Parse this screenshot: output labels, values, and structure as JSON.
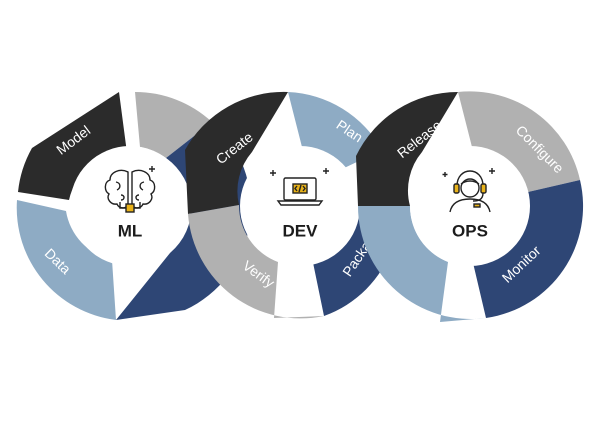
{
  "colors": {
    "black": "#2b2b2b",
    "gray": "#b1b1b1",
    "light_blue": "#8eabc4",
    "navy": "#2e4675",
    "hub_fill": "#ffffff",
    "icon_accent": "#e8b21a",
    "icon_stroke": "#222222"
  },
  "cycles": [
    {
      "hub_label": "ML",
      "icon": "brain-chip-icon",
      "segments": [
        {
          "label": "Model",
          "color": "black"
        },
        {
          "label": "",
          "color": "gray"
        },
        {
          "label": "",
          "color": "navy"
        },
        {
          "label": "Data",
          "color": "light_blue"
        }
      ]
    },
    {
      "hub_label": "DEV",
      "icon": "laptop-code-icon",
      "segments": [
        {
          "label": "Create",
          "color": "black"
        },
        {
          "label": "Plan",
          "color": "light_blue"
        },
        {
          "label": "Package",
          "color": "navy"
        },
        {
          "label": "Verify",
          "color": "gray"
        }
      ]
    },
    {
      "hub_label": "OPS",
      "icon": "support-agent-icon",
      "segments": [
        {
          "label": "Release",
          "color": "black"
        },
        {
          "label": "Configure",
          "color": "gray"
        },
        {
          "label": "Monitor",
          "color": "navy"
        },
        {
          "label": "",
          "color": "light_blue"
        }
      ]
    }
  ]
}
